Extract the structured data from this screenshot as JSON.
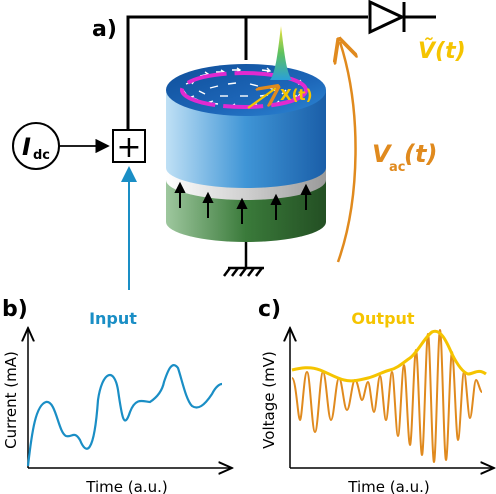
{
  "panels": {
    "a": {
      "label": "a)",
      "input_source": {
        "symbol": "I",
        "subscript": "dc"
      },
      "adder_symbol": "+",
      "output_voltage": {
        "symbol": "Ṽ(t)"
      },
      "ac_voltage": {
        "symbol": "V",
        "subscript": "ac",
        "suffix": "(t)"
      },
      "magnetization_label": "X(t)"
    },
    "b": {
      "label": "b)",
      "title": "Input",
      "ylabel": "Current (mA)",
      "xlabel": "Time (a.u.)"
    },
    "c": {
      "label": "c)",
      "title": "Output",
      "ylabel": "Voltage (mV)",
      "xlabel": "Time (a.u.)"
    }
  },
  "colors": {
    "input": "#1a8ec5",
    "output_envelope": "#f5c400",
    "output_signal": "#e08a1e",
    "vac": "#e08a1e",
    "free_layer": "#2b87d3",
    "fixed_layer": "#2e6b2e",
    "orbit": "#e02ad0"
  }
}
